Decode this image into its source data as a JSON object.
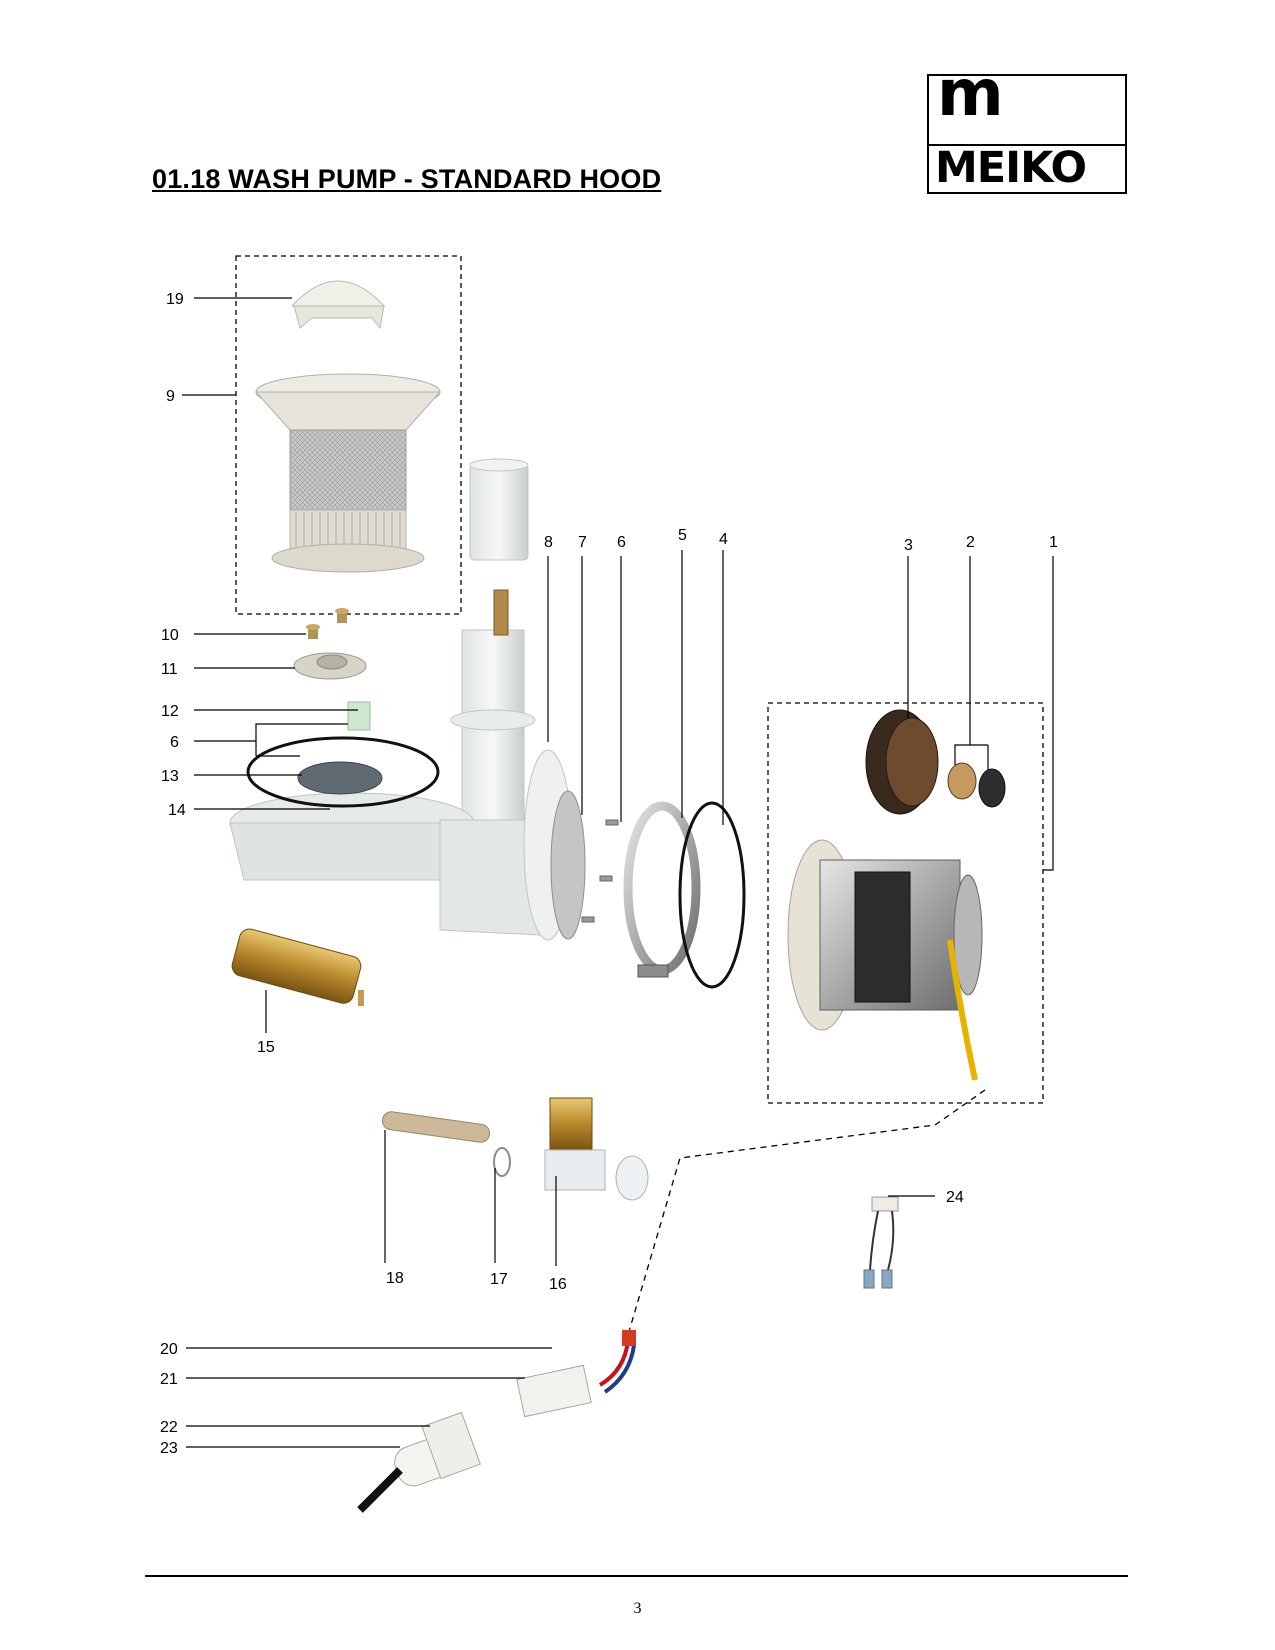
{
  "header": {
    "title": "01.18 WASH PUMP - STANDARD HOOD",
    "logo": {
      "mark": "m",
      "wordmark": "MEIKO"
    }
  },
  "callouts": {
    "c1": "1",
    "c2": "2",
    "c3": "3",
    "c4": "4",
    "c5": "5",
    "c6a": "6",
    "c6b": "6",
    "c7": "7",
    "c8": "8",
    "c9": "9",
    "c10": "10",
    "c11": "11",
    "c12": "12",
    "c13": "13",
    "c14": "14",
    "c15": "15",
    "c16": "16",
    "c17": "17",
    "c18": "18",
    "c19": "19",
    "c20": "20",
    "c21": "21",
    "c22": "22",
    "c23": "23",
    "c24": "24"
  },
  "footer": {
    "page_number": "3"
  }
}
